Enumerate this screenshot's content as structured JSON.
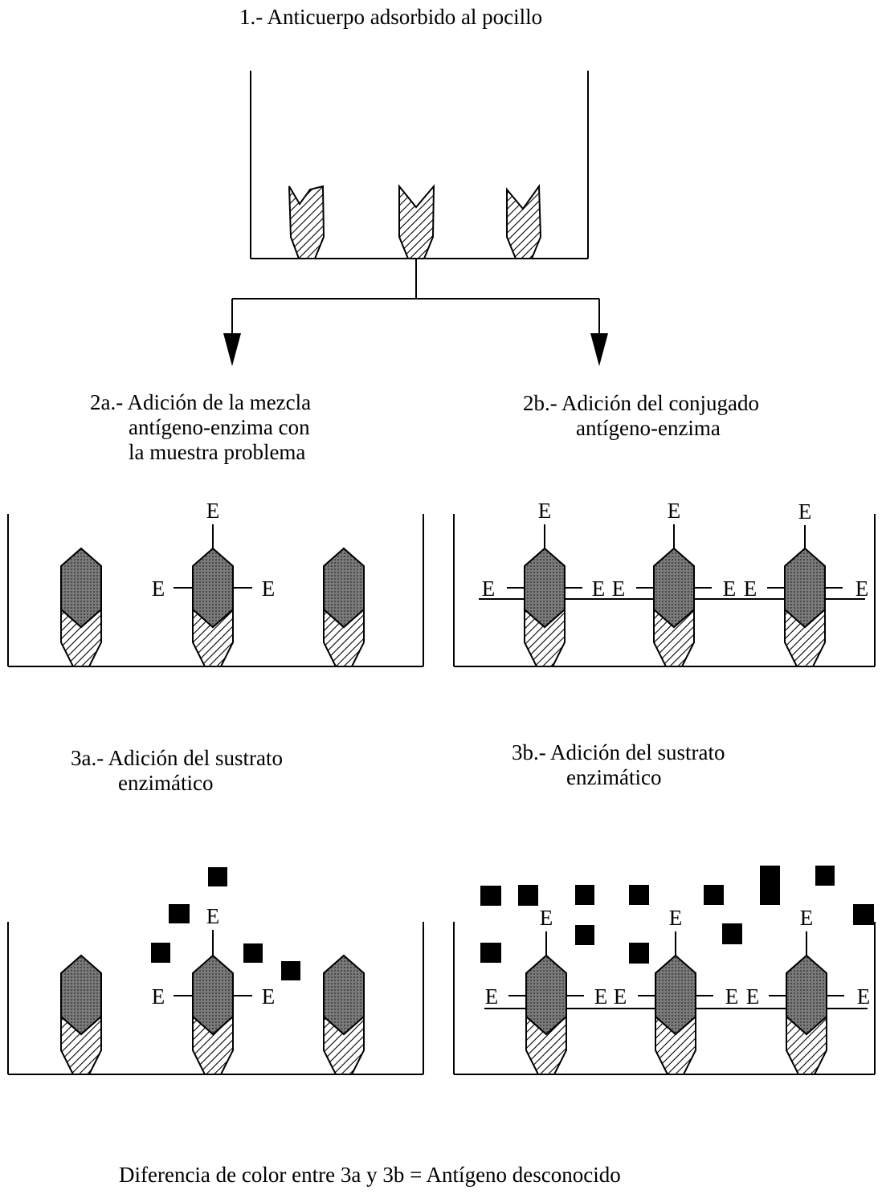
{
  "step1": {
    "title": "1.-  Anticuerpo adsorbido al pocillo"
  },
  "step2a": {
    "lines": [
      "2a.-  Adición de la mezcla",
      "antígeno-enzima con",
      "la muestra problema"
    ]
  },
  "step2b": {
    "lines": [
      "2b.-  Adición del conjugado",
      "antígeno-enzima"
    ]
  },
  "step3a": {
    "lines": [
      "3a.-  Adición del sustrato",
      "enzimático"
    ]
  },
  "step3b": {
    "lines": [
      "3b.-  Adición del sustrato",
      "enzimático"
    ]
  },
  "conclusion": "Diferencia de color entre 3a y 3b = Antígeno desconocido",
  "enzyme_label": "E",
  "colors": {
    "line": "#000000",
    "antigen_fill": "#6b6b6b",
    "substrate": "#000000"
  }
}
